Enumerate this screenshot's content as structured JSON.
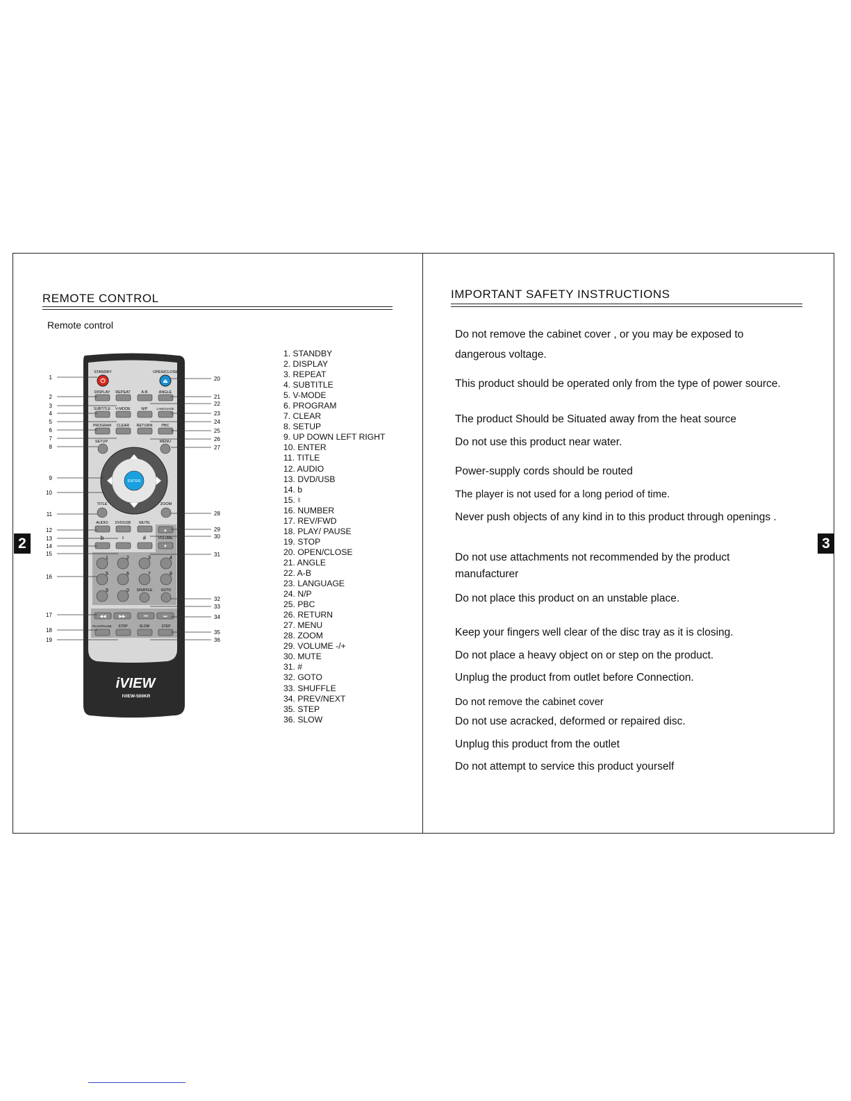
{
  "left_page": {
    "title": "REMOTE CONTROL",
    "subtitle": "Remote control",
    "page_number": "2",
    "legend": [
      "1. STANDBY",
      "2. DISPLAY",
      "3. REPEAT",
      "4. SUBTITLE",
      "5. V-MODE",
      "6. PROGRAM",
      "7. CLEAR",
      "8. SETUP",
      "9. UP DOWN LEFT RIGHT",
      "10. ENTER",
      "11. TITLE",
      "12. AUDIO",
      "13. DVD/USB",
      "14. b",
      "15. ♮",
      "16. NUMBER",
      "17. REV/FWD",
      "18. PLAY/ PAUSE",
      "19. STOP",
      "20. OPEN/CLOSE",
      "21. ANGLE",
      "22. A-B",
      "23. LANGUAGE",
      "24. N/P",
      "25. PBC",
      "26. RETURN",
      "27. MENU",
      "28. ZOOM",
      "29. VOLUME -/+",
      "30. MUTE",
      "31. #",
      "32. GOTO",
      "33. SHUFFLE",
      "34. PREV/NEXT",
      "35. STEP",
      "36. SLOW"
    ],
    "remote": {
      "labels": {
        "standby": "STANDBY",
        "open_close": "OPEN/CLOSE",
        "display": "DISPLAY",
        "repeat": "REPEAT",
        "ab": "A-B",
        "angle": "ANGLE",
        "subtitle": "SUBTITLE",
        "vmode": "V-MODE",
        "np": "N/P",
        "language": "LANGUAGE",
        "program": "PROGRAM",
        "clear": "CLEAR",
        "return": "RETURN",
        "pbc": "PBC",
        "setup": "SETUP",
        "menu": "MENU",
        "enter": "ENTER",
        "title": "TITLE",
        "zoom": "ZOOM",
        "audio": "AUDIO",
        "dvdusb": "DVD/USB",
        "mute": "MUTE",
        "volume": "VOLUME",
        "flat": "b",
        "natural": "♮",
        "sharp": "#",
        "shuffle": "SHUFFLE",
        "goto": "GOTO",
        "play_pause": "PLAY/PAUSE",
        "stop": "STOP",
        "slow": "SLOW",
        "step": "STEP",
        "brand": "iVIEW",
        "model": "IVIEW-500KR"
      },
      "digits": [
        "1",
        "2",
        "3",
        "4",
        "5",
        "6",
        "7",
        "8",
        "9",
        "0"
      ],
      "callouts_left": [
        "1",
        "2",
        "3",
        "4",
        "5",
        "6",
        "7",
        "8",
        "9",
        "10",
        "11",
        "12",
        "13",
        "14",
        "15",
        "16",
        "17",
        "18",
        "19"
      ],
      "callouts_right": [
        "20",
        "21",
        "22",
        "23",
        "24",
        "25",
        "26",
        "27",
        "28",
        "29",
        "30",
        "31",
        "32",
        "33",
        "34",
        "35",
        "36"
      ]
    }
  },
  "right_page": {
    "title": "IMPORTANT SAFETY INSTRUCTIONS",
    "page_number": "3",
    "instructions": [
      "Do not remove the cabinet cover , or  you may be  exposed to dangerous  voltage.",
      "This product  should be  operated only  from the  type of power source.",
      "The product  Should be  Situated away from the heat source",
      "Do not use this product near water.",
      "Power-supply cords should be routed",
      "The player is not used for a long period of time.",
      "Never push objects of any kind  in to  this product through openings .",
      "Do not use attachments  not  recommended by  the product manufacturer",
      "Do not place this  product on  an unstable place.",
      "Keep your  fingers well  clear of  the disc  tray as it is closing.",
      "Do not place a  heavy object  on or step  on the product.",
      "Unplug the product from outlet before Connection.",
      "Do not remove the cabinet cover",
      "Do not  use acracked, deformed or  repaired disc.",
      "Unplug this product from the outlet",
      "Do not attempt to  service this  product  yourself"
    ]
  },
  "colors": {
    "standby_red": "#d9261c",
    "open_close_blue": "#1a8fd0",
    "enter_blue": "#1aa0e0",
    "remote_body": "#2b2b2b",
    "remote_face": "#d8d8d8"
  }
}
